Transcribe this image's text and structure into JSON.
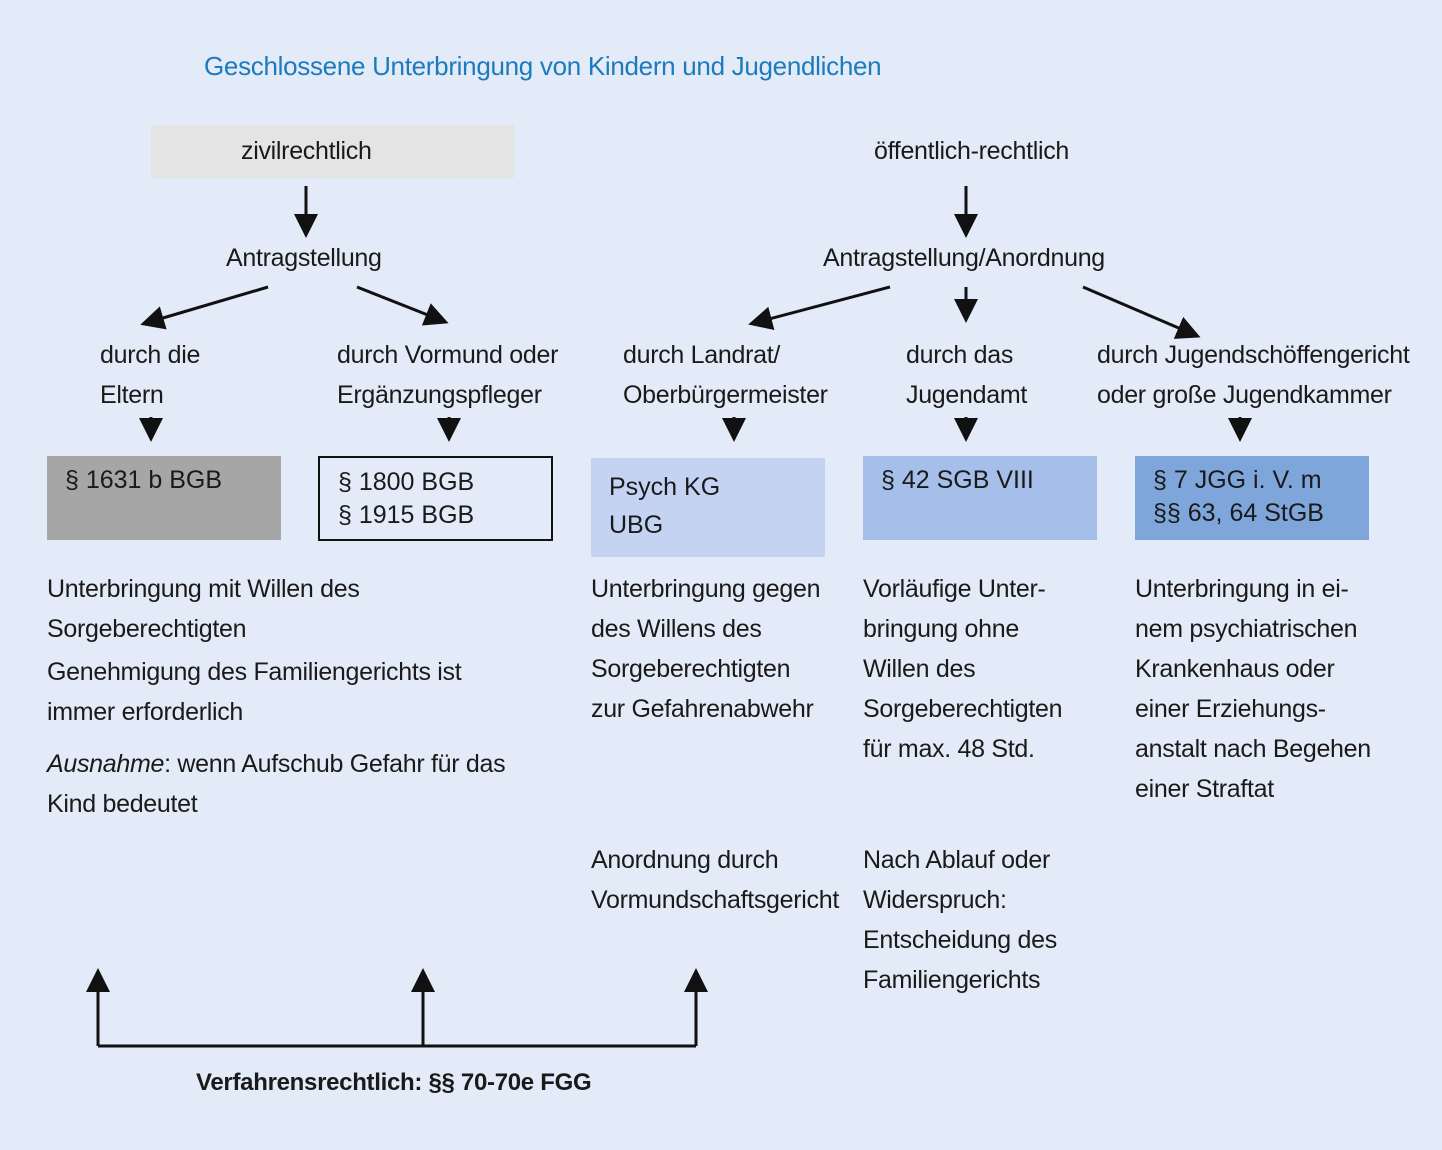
{
  "title": "Geschlossene Unterbringung von Kindern und Jugendlichen",
  "left": {
    "header": "zivilrechtlich",
    "step": "Antragstellung",
    "branches": [
      {
        "by": [
          "durch die",
          "Eltern"
        ],
        "law": [
          "§ 1631 b BGB"
        ],
        "desc": [
          "Unterbringung mit Willen des",
          "Sorgeberechtigten",
          "Genehmigung des Familiengerichts ist",
          "immer erforderlich"
        ],
        "exception_label": "Ausnahme",
        "exception_text": ": wenn Aufschub Gefahr für das",
        "exception_line2": "Kind bedeutet"
      },
      {
        "by": [
          "durch Vormund oder",
          "Ergänzungspfleger"
        ],
        "law": [
          "§ 1800 BGB",
          "§ 1915 BGB"
        ]
      }
    ]
  },
  "right": {
    "header": "öffentlich-rechtlich",
    "step": "Antragstellung/Anordnung",
    "branches": [
      {
        "by": [
          "durch Landrat/",
          "Oberbürgermeister"
        ],
        "law": [
          "Psych KG",
          "UBG"
        ],
        "desc": [
          "Unterbringung gegen",
          "des Willens des",
          "Sorgeberechtigten",
          "zur Gefahrenabwehr"
        ],
        "note": [
          "Anordnung durch",
          "Vormundschaftsgericht"
        ]
      },
      {
        "by": [
          "durch das",
          "Jugendamt"
        ],
        "law": [
          "§ 42 SGB VIII"
        ],
        "desc": [
          "Vorläufige Unter-",
          "bringung ohne",
          "Willen des",
          "Sorgeberechtigten",
          "für max. 48 Std."
        ],
        "note": [
          "Nach Ablauf oder",
          "Widerspruch:",
          "Entscheidung des",
          "Familiengerichts"
        ]
      },
      {
        "by": [
          "durch Jugendschöffengericht",
          "oder große Jugendkammer"
        ],
        "law": [
          "§ 7 JGG i. V. m",
          "§§  63, 64 StGB"
        ],
        "desc": [
          "Unterbringung in ei-",
          "nem psychiatrischen",
          "Krankenhaus oder",
          "einer Erziehungs-",
          "anstalt nach Begehen",
          "einer Straftat"
        ]
      }
    ]
  },
  "footer": "Verfahrensrechtlich:  §§ 70-70e FGG",
  "colors": {
    "background": "#e3eaf8",
    "title": "#1c7bbd",
    "header_box": "#e4e4e4",
    "bgb_box": "#a6a6a6",
    "psych_box": "#c3d3f1",
    "sgb_box": "#a5bfea",
    "jgg_box": "#7ea6db"
  }
}
